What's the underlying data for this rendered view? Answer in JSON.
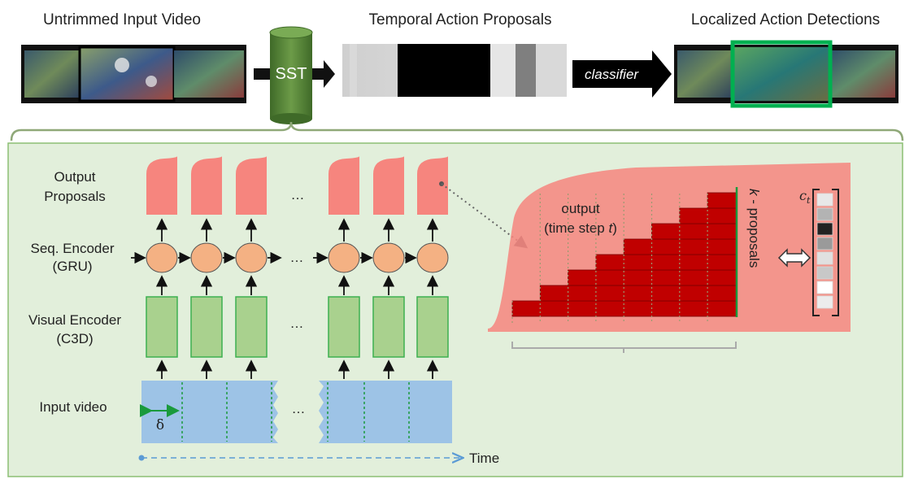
{
  "top": {
    "input_title": "Untrimmed Input Video",
    "proposals_title": "Temporal Action Proposals",
    "detections_title": "Localized Action Detections",
    "sst_label": "SST",
    "classifier_label": "classifier"
  },
  "panel": {
    "row_labels": {
      "output_line1": "Output",
      "output_line2": "Proposals",
      "seq_line1": "Seq. Encoder",
      "seq_line2": "(GRU)",
      "visual_line1": "Visual Encoder",
      "visual_line2": "(C3D)",
      "input_video": "Input video"
    },
    "ellipsis": "…",
    "delta": "δ",
    "time_label": "Time",
    "detail": {
      "output_line1": "output",
      "output_line2_prefix": "(time step ",
      "output_line2_var": "t",
      "output_line2_suffix": ")",
      "k_var": "k",
      "k_suffix": " - proposals",
      "ct_var": "c",
      "ct_sub": "t"
    }
  },
  "colors": {
    "panel_bg": "#e2efdb",
    "panel_border": "#8cbf74",
    "proposal_fill": "#f6857e",
    "gru_fill": "#f4b183",
    "c3d_fill": "#a9d18e",
    "c3d_stroke": "#3cb050",
    "video_fill": "#9dc3e6",
    "bar_fill": "#c00000",
    "sst_fill": "#548235",
    "detection_box": "#00b050"
  },
  "proposal_strip": [
    {
      "shade": "#d9d9d9"
    },
    {
      "shade": "#000000"
    },
    {
      "shade": "#e6e6e6"
    },
    {
      "shade": "#7f7f7f"
    },
    {
      "shade": "#d9d9d9"
    }
  ],
  "confidence_vector": [
    "#e8e8e8",
    "#b3b3b3",
    "#222222",
    "#9a9a9a",
    "#e0e0e0",
    "#c8c8c8",
    "#ffffff",
    "#ececec"
  ]
}
